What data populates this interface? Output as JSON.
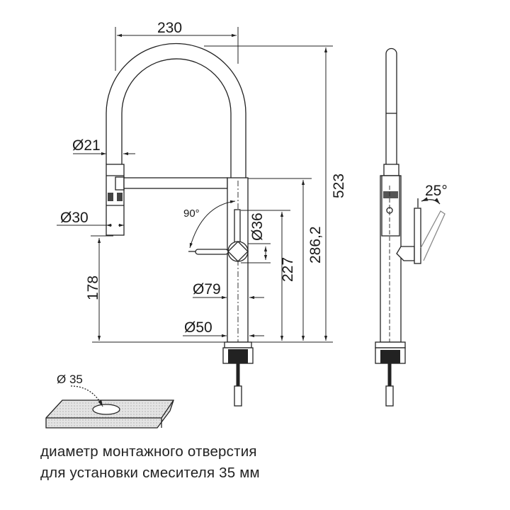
{
  "dimensions": {
    "width_230": "230",
    "height_523": "523",
    "height_286": "286,2",
    "height_227": "227",
    "height_178": "178",
    "dia_21": "Ø21",
    "dia_30": "Ø30",
    "dia_36": "Ø36",
    "dia_79": "Ø79",
    "dia_50": "Ø50",
    "angle_90": "90°",
    "angle_25": "25°",
    "hole_dia": "Ø 35"
  },
  "caption": {
    "line1": "диаметр монтажного отверстия",
    "line2": "для установки смесителя 35 мм"
  }
}
